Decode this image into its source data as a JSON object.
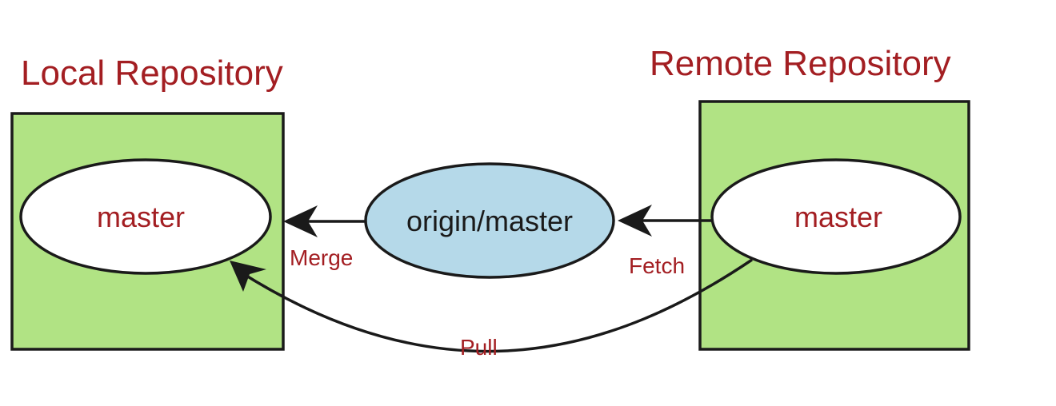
{
  "colors": {
    "repo_fill": "#b1e384",
    "node_fill": "#ffffff",
    "origin_fill": "#b5d9e9",
    "stroke": "#1a1a1a",
    "label_color": "#a31e22",
    "node_text_color": "#1a1a1a"
  },
  "local_repo": {
    "title": "Local Repository",
    "node": {
      "label": "master"
    }
  },
  "origin_branch": {
    "label": "origin/master"
  },
  "remote_repo": {
    "title": "Remote Repository",
    "node": {
      "label": "master"
    }
  },
  "edges": {
    "merge": {
      "label": "Merge"
    },
    "fetch": {
      "label": "Fetch"
    },
    "pull": {
      "label": "Pull"
    }
  }
}
